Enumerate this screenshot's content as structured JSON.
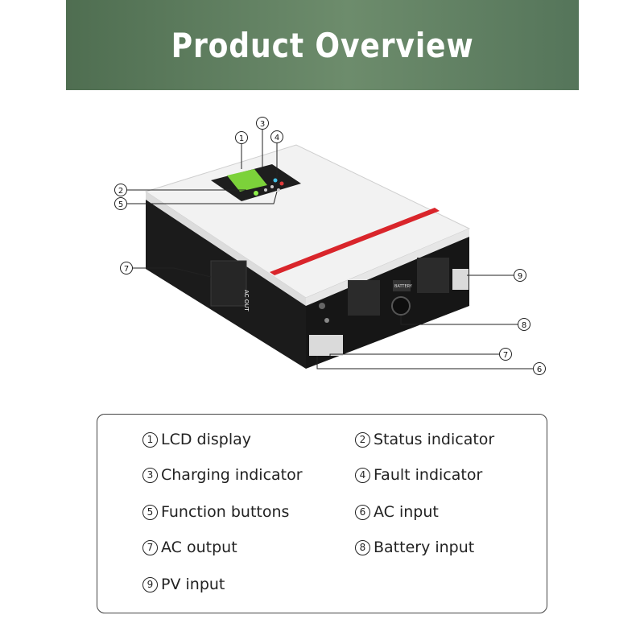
{
  "banner": {
    "title": "Product Overview"
  },
  "callouts": [
    {
      "num": "1"
    },
    {
      "num": "2"
    },
    {
      "num": "3"
    },
    {
      "num": "4"
    },
    {
      "num": "5"
    },
    {
      "num": "6"
    },
    {
      "num": "7"
    },
    {
      "num": "7"
    },
    {
      "num": "8"
    },
    {
      "num": "9"
    }
  ],
  "device": {
    "port_label": "AC OUT",
    "socket_label": "BATTERY"
  },
  "legend": {
    "items": [
      {
        "num": "1",
        "label": "LCD display"
      },
      {
        "num": "2",
        "label": "Status indicator"
      },
      {
        "num": "3",
        "label": "Charging indicator"
      },
      {
        "num": "4",
        "label": "Fault indicator"
      },
      {
        "num": "5",
        "label": "Function buttons"
      },
      {
        "num": "6",
        "label": "AC input"
      },
      {
        "num": "7",
        "label": "AC output"
      },
      {
        "num": "8",
        "label": "Battery input"
      },
      {
        "num": "9",
        "label": "PV input"
      }
    ]
  },
  "colors": {
    "banner": "#5e7d5f",
    "accent_stripe": "#d9252b",
    "lcd": "#7cd23a"
  }
}
